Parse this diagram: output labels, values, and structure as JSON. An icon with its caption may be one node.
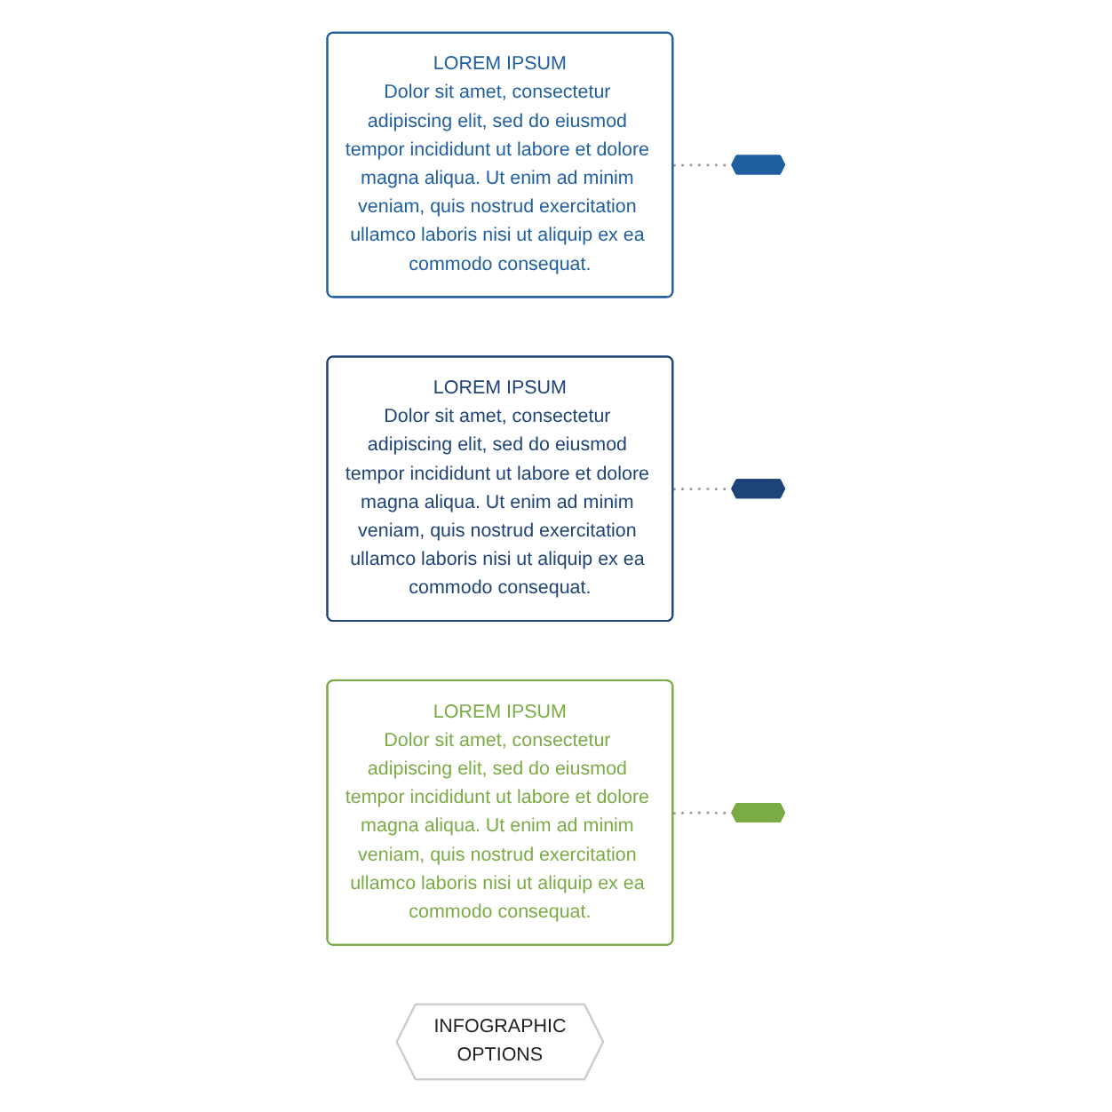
{
  "diagram": {
    "nodes": [
      {
        "text": [
          "LOREM IPSUM",
          "Dolor sit amet, consectetur adipiscing elit, sed do eiusmod tempor incididunt ut labore et dolore magna aliqua. Ut enim ad minim veniam, quis nostrud exercitation ullamco laboris nisi ut aliquip ex ea commodo consequat."
        ]
      },
      {
        "text": [
          "LOREM IPSUM",
          "Dolor sit amet, consectetur adipiscing elit, sed do eiusmod tempor incididunt ut labore et dolore magna aliqua. Ut enim ad minim veniam, quis nostrud exercitation ullamco laboris nisi ut aliquip ex ea commodo consequat."
        ]
      },
      {
        "text": [
          "LOREM IPSUM",
          "Dolor sit amet, consectetur adipiscing elit, sed do eiusmod tempor incididunt ut labore et dolore magna aliqua. Ut enim ad minim veniam, quis nostrud exercitation ullamco laboris nisi ut aliquip ex ea commodo consequat."
        ]
      },
      {
        "text": [],
        "shape": "hexagon"
      },
      {
        "text": [],
        "shape": "hexagon"
      },
      {
        "text": [],
        "shape": "hexagon"
      },
      {
        "text": [
          "INFOGRAPHIC",
          "OPTIONS"
        ]
      }
    ],
    "edges": [
      {
        "from": 0,
        "to": 3,
        "arrow": "none",
        "style": "dashed"
      },
      {
        "from": 1,
        "to": 4,
        "arrow": "none",
        "style": "dashed"
      },
      {
        "from": 2,
        "to": 5,
        "arrow": "none",
        "style": "dashed"
      }
    ]
  }
}
